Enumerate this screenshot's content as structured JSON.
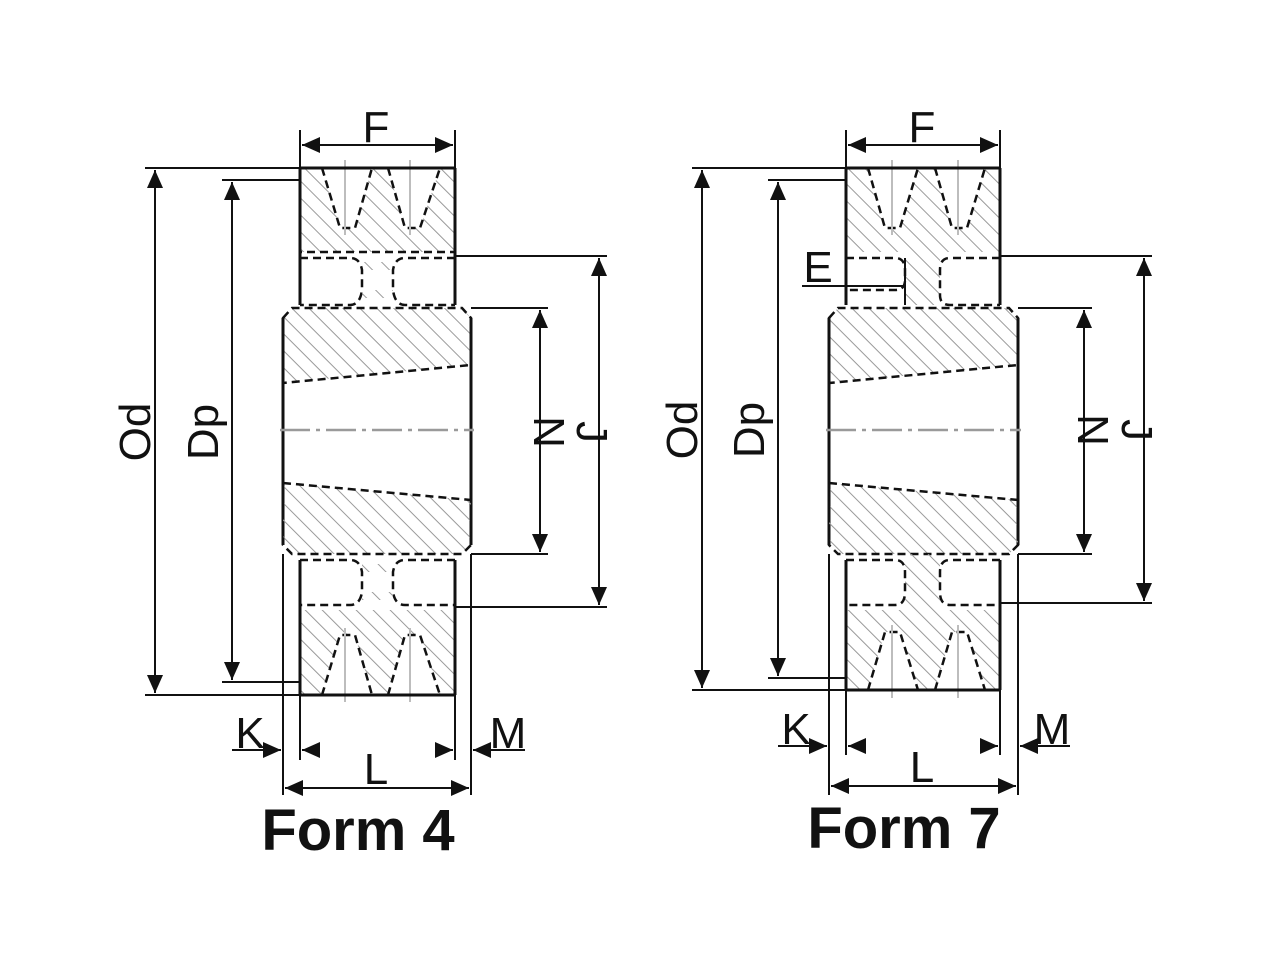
{
  "labels": {
    "F": "F",
    "Od": "Od",
    "Dp": "Dp",
    "N": "N",
    "J": "J",
    "K": "K",
    "L": "L",
    "M": "M",
    "E": "E"
  },
  "forms": [
    {
      "title": "Form 4"
    },
    {
      "title": "Form 7"
    }
  ],
  "colors": {
    "line": "#111111",
    "hatch": "#9a9a9a",
    "axis": "#9a9a9a"
  }
}
